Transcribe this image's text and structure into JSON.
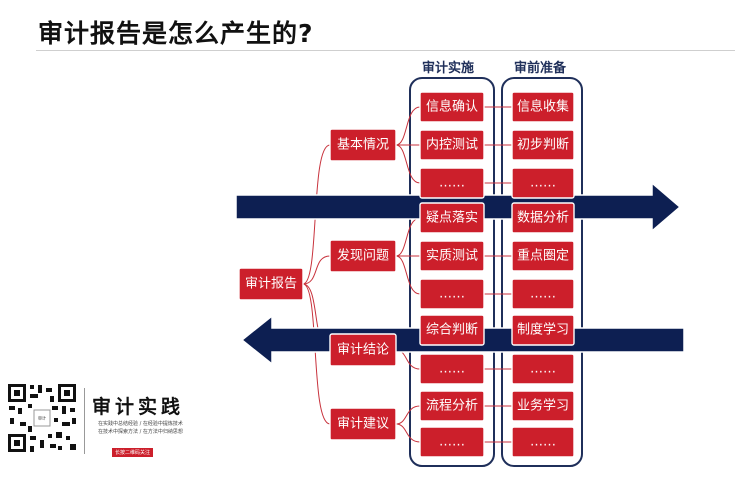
{
  "title": "审计报告是怎么产生的?",
  "columns": {
    "implement_header": "审计实施",
    "prep_header": "审前准备"
  },
  "root": "审计报告",
  "categories": [
    "基本情况",
    "发现问题",
    "审计结论",
    "审计建议"
  ],
  "implement_items": [
    "信息确认",
    "内控测试",
    "……",
    "疑点落实",
    "实质测试",
    "……",
    "综合判断",
    "……",
    "流程分析",
    "……"
  ],
  "prep_items": [
    "信息收集",
    "初步判断",
    "……",
    "数据分析",
    "重点圈定",
    "……",
    "制度学习",
    "……",
    "业务学习",
    "……"
  ],
  "brand": {
    "name": "审计实践",
    "line1": "在实践中总结经验 / 在经验中提炼技术",
    "line2": "在技术中探索方法 / 在方法中归纳思想",
    "tag": "长按二维码关注"
  },
  "colors": {
    "box_red": "#cc1f2b",
    "navy": "#0d1f52",
    "connector": "#c8323c"
  }
}
